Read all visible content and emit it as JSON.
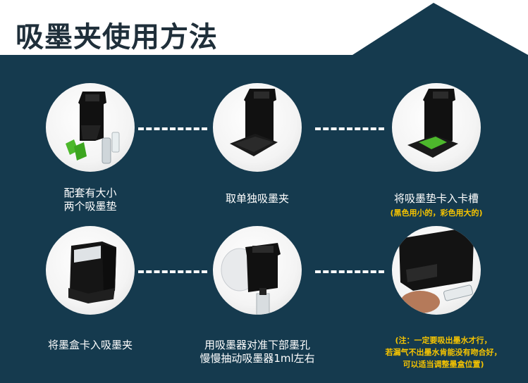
{
  "title": "吸墨夹使用方法",
  "steps": [
    {
      "caption_line1": "配套有大小",
      "caption_line2": "两个吸墨垫"
    },
    {
      "caption_line1": "取单独吸墨夹"
    },
    {
      "caption_line1": "将吸墨垫卡入卡槽",
      "note_line1": "(黑色用小的，彩色用大的)"
    },
    {
      "caption_line1": "将墨盒卡入吸墨夹"
    },
    {
      "caption_line1": "用吸墨器对准下部墨孔",
      "caption_line2": "慢慢抽动吸墨器1ml左右"
    },
    {
      "note_line1": "(注：一定要吸出墨水才行，",
      "note_line2": "若漏气不出墨水肯能没有吻合好，",
      "note_line3": "可以适当调整墨盒位置)"
    }
  ],
  "colors": {
    "panel": "#153a4e",
    "title": "#1f2f3a",
    "note": "#f6c400",
    "accent_green": "#4db82c"
  }
}
